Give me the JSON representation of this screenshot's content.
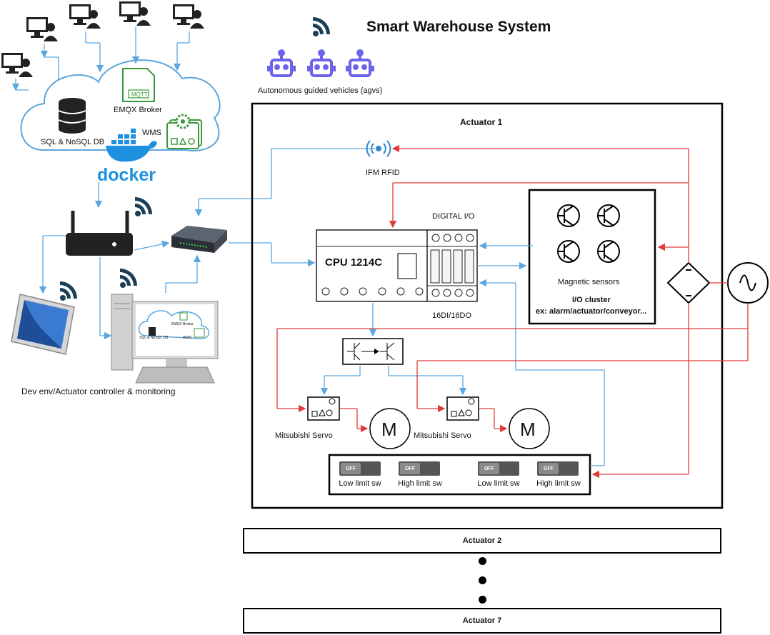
{
  "title": "Smart Warehouse System",
  "agv_label": "Autonomous guided vehicles (agvs)",
  "cloud": {
    "db_label": "SQL & NoSQL DB",
    "broker_label": "EMQX Broker",
    "wms_label": "WMS",
    "mqtt_text": "MQTT",
    "docker_text": "docker"
  },
  "dev_env_label": "Dev env/Actuator controller & monitoring",
  "monitor_cloud": {
    "broker_label": "EMQX Broker",
    "db_label": "SQL & NoSQL DB",
    "wms_label": "WMS"
  },
  "actuator1": {
    "title": "Actuator 1",
    "rfid_label": "IFM RFID",
    "digital_io_label": "DIGITAL I/O",
    "cpu_label": "CPU 1214C",
    "io_spec_label": "16DI/16DO",
    "sensors_label": "Magnetic sensors",
    "cluster_title": "I/O cluster",
    "cluster_sub": "ex: alarm/actuator/conveyor...",
    "servo1_label": "Mitsubishi Servo",
    "servo2_label": "Mitsubishi Servo",
    "motor_text": "M",
    "switch_state": "OFF",
    "switches": [
      "Low limit sw",
      "High limit sw",
      "Low limit sw",
      "High limit sw"
    ]
  },
  "actuator2": "Actuator 2",
  "actuator7": "Actuator 7",
  "colors": {
    "blue_line": "#5aa6e0",
    "red_line": "#e03a3a",
    "agv": "#6c63e8",
    "wifi": "#1c3f57",
    "cloud_green": "#3a9a3a",
    "docker": "#1d91e0"
  }
}
